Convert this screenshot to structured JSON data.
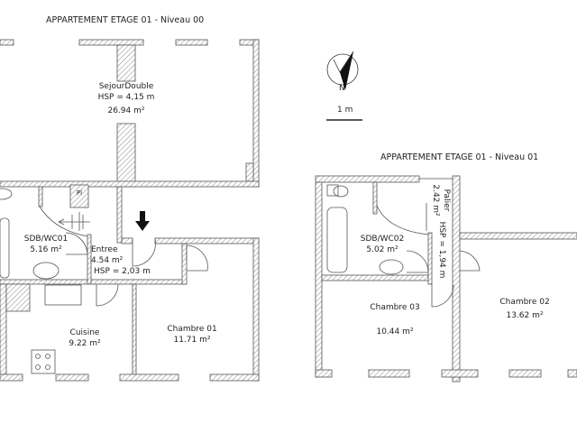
{
  "plans": [
    {
      "title": "APPARTEMENT ETAGE 01 - Niveau 00",
      "rooms": [
        {
          "name": "SejourDouble",
          "hsp": "HSP = 4,15 m",
          "area": "26.94 m²"
        },
        {
          "name": "SDB/WC01",
          "area": "5.16 m²"
        },
        {
          "name": "Entree",
          "area": "4.54 m²",
          "hsp": "HSP = 2,03 m"
        },
        {
          "name": "Cuisine",
          "area": "9.22 m²"
        },
        {
          "name": "Chambre 01",
          "area": "11.71 m²"
        },
        {
          "name": "Pl"
        }
      ]
    },
    {
      "title": "APPARTEMENT ETAGE 01 - Niveau 01",
      "rooms": [
        {
          "name": "SDB/WC02",
          "area": "5.02 m²"
        },
        {
          "name": "Palier",
          "area": "2.42 m²",
          "hsp": "HSP = 1,94 m"
        },
        {
          "name": "Chambre 03",
          "area": "10.44 m²"
        },
        {
          "name": "Chambre 02",
          "area": "13.62 m²"
        }
      ]
    }
  ],
  "compass": {
    "label": "N"
  },
  "scale": {
    "label": "1 m"
  },
  "colors": {
    "wall": "#555555",
    "hatch": "#999999"
  }
}
